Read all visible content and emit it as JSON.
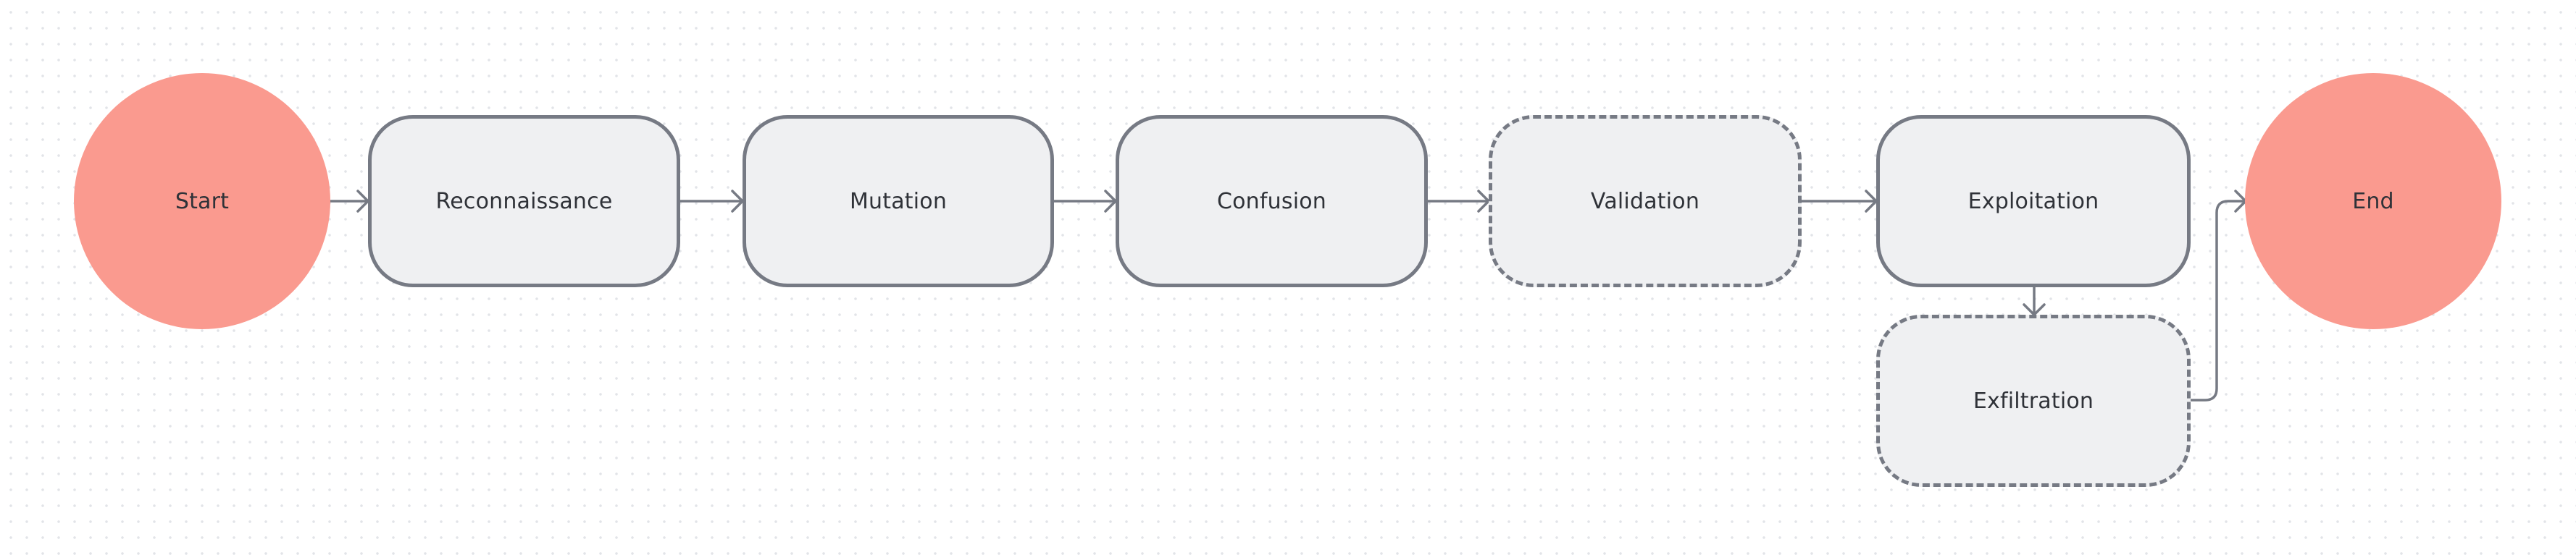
{
  "diagram": {
    "nodes": {
      "start": {
        "label": "Start"
      },
      "reconnaissance": {
        "label": "Reconnaissance"
      },
      "mutation": {
        "label": "Mutation"
      },
      "confusion": {
        "label": "Confusion"
      },
      "validation": {
        "label": "Validation"
      },
      "exploitation": {
        "label": "Exploitation"
      },
      "exfiltration": {
        "label": "Exfiltration"
      },
      "end": {
        "label": "End"
      }
    },
    "edges": [
      {
        "from": "Start",
        "to": "Reconnaissance"
      },
      {
        "from": "Reconnaissance",
        "to": "Mutation"
      },
      {
        "from": "Mutation",
        "to": "Confusion"
      },
      {
        "from": "Confusion",
        "to": "Validation"
      },
      {
        "from": "Validation",
        "to": "Exploitation"
      },
      {
        "from": "Exploitation",
        "to": "Exfiltration"
      },
      {
        "from": "Exfiltration",
        "to": "End"
      }
    ],
    "colors": {
      "terminal_fill": "#fa9a8f",
      "process_fill": "#eff0f2",
      "stroke": "#767a84",
      "text": "#2f3238"
    }
  }
}
